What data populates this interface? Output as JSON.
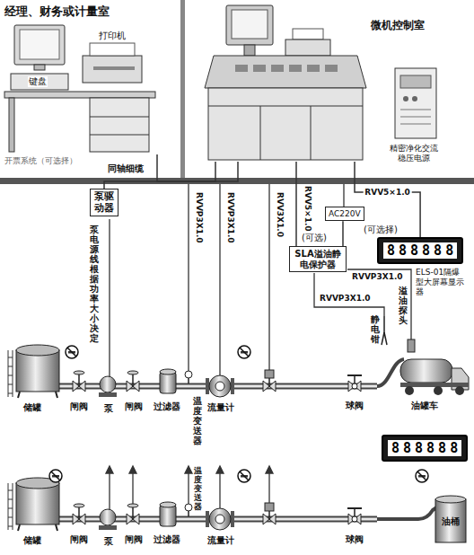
{
  "diagram": {
    "nodes": [
      {
        "text": [
          "经理、财务或计量室"
        ]
      },
      {
        "text": [
          "微机控制室"
        ]
      },
      {
        "text": [
          "精密净化交流稳压电源"
        ]
      },
      {
        "text": [
          "泵驱动器"
        ]
      },
      {
        "text": [
          "AC220V"
        ]
      },
      {
        "text": [
          "SLA溢油静电保护器"
        ]
      },
      {
        "text": [
          "888888"
        ]
      },
      {
        "text": [
          "888888"
        ]
      }
    ],
    "edges": [
      {
        "from": 0,
        "to": 1,
        "arrow": "none"
      },
      {
        "from": 1,
        "to": 3,
        "arrow": "none"
      },
      {
        "from": 1,
        "to": 5,
        "arrow": "none"
      },
      {
        "from": 1,
        "to": 6,
        "arrow": "none",
        "label": "RVV5×1.0"
      },
      {
        "from": 4,
        "to": 5,
        "arrow": "none"
      }
    ],
    "labels": [
      "打印机",
      "键盘",
      "开票系统（可选择）",
      "同轴细缆",
      "泵电源线根据功率大小决定",
      "RVVP3X1.0",
      "RVVP3X1.0",
      "RVV3X1.0",
      "RVV5×1.0",
      "(可选)",
      "(可选择)",
      "ELS-01隔爆型大屏幕显示器",
      "RVVP3X1.0",
      "RVVP3X1.0",
      "静电钳",
      "溢油探头",
      "储罐",
      "闸阀",
      "泵",
      "闸阀",
      "过滤器",
      "温度变送器",
      "流量计",
      "球阀",
      "油罐车",
      "储罐",
      "闸阀",
      "泵",
      "闸阀",
      "过滤器",
      "温度变送器",
      "流量计",
      "球阀",
      "油桶"
    ]
  }
}
